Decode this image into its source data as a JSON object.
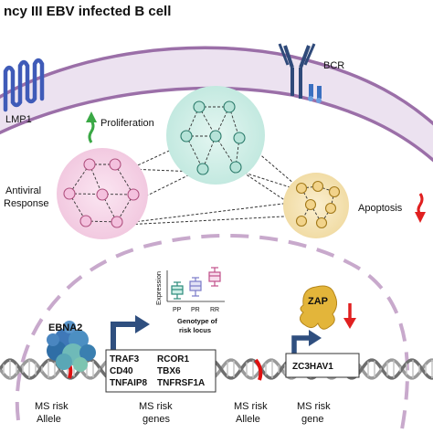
{
  "title": "ncy III EBV infected B cell",
  "membrane_labels": {
    "lmp1": "LMP1",
    "bcr": "BCR"
  },
  "modules": {
    "proliferation": "Proliferation",
    "antiviral_line1": "Antiviral",
    "antiviral_line2": "Response",
    "apoptosis": "Apoptosis"
  },
  "plot": {
    "ylabel": "Expression",
    "xticks": [
      "PP",
      "PR",
      "RR"
    ],
    "xlabel_line1": "Genotype of",
    "xlabel_line2": "risk locus"
  },
  "proteins": {
    "ebna2": "EBNA2",
    "zap": "ZAP"
  },
  "genes": {
    "col1": [
      "TRAF3",
      "CD40",
      "TNFAIP8"
    ],
    "col2": [
      "RCOR1",
      "TBX6",
      "TNFRSF1A"
    ],
    "right": "ZC3HAV1"
  },
  "bottom_labels": {
    "allele1_line1": "MS risk",
    "allele1_line2": "Allele",
    "genes1_line1": "MS risk",
    "genes1_line2": "genes",
    "allele2_line1": "MS risk",
    "allele2_line2": "Allele",
    "gene2_line1": "MS risk",
    "gene2_line2": "gene"
  },
  "colors": {
    "membrane": "#9b6fa8",
    "membrane_fill": "#ece2f0",
    "nucleus_dash": "#c8a9cc",
    "proliferation_module": "#cfeee7",
    "antiviral_module": "#f7d6ea",
    "apoptosis_module": "#f6e3b5",
    "up_arrow": "#3aa845",
    "down_arrow": "#e02020",
    "gene_arrow": "#2f4f7f",
    "dna": "#9a9a9a",
    "risk_mark": "#e01010"
  },
  "icons": [
    "lmp1-receptor-icon",
    "bcr-receptor-icon",
    "ebna2-protein-icon",
    "zap-protein-icon",
    "dna-helix-icon",
    "transcription-arrow-icon"
  ]
}
